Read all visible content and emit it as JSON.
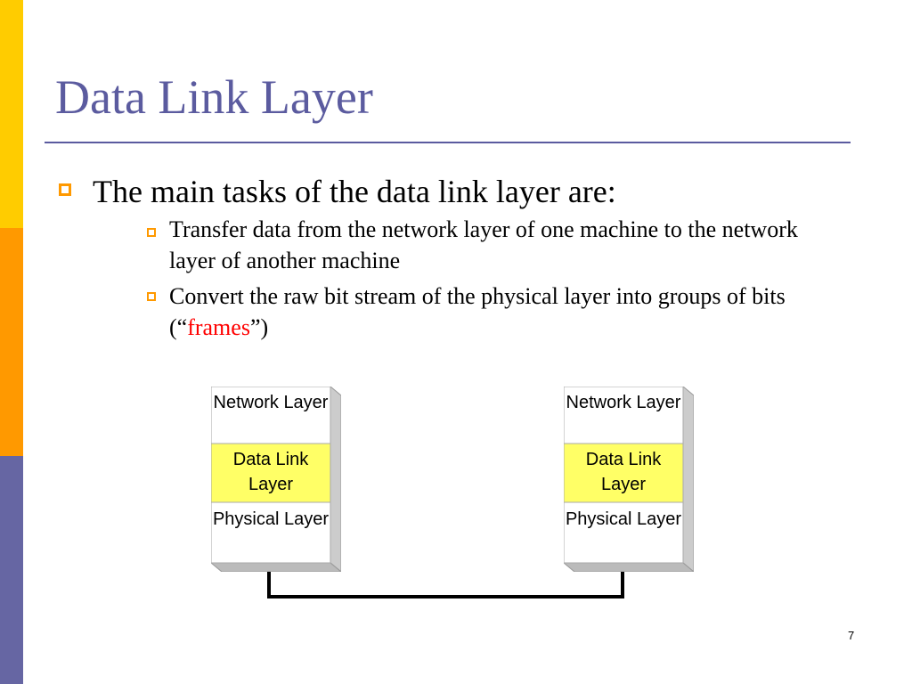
{
  "slide": {
    "title": "Data Link Layer",
    "bullet_main": "The main tasks of the data link layer are:",
    "sub_bullets": [
      {
        "text": "Transfer data from the network layer of one machine to the network layer of another machine"
      },
      {
        "text_before": "Convert the raw bit stream of the physical layer into groups of bits (“",
        "highlight": "frames",
        "text_after": "”)"
      }
    ],
    "page_number": "7"
  },
  "diagram": {
    "left_stack": {
      "network": "Network Layer",
      "datalink": "Data Link Layer",
      "physical": "Physical Layer"
    },
    "right_stack": {
      "network": "Network Layer",
      "datalink": "Data Link Layer",
      "physical": "Physical Layer"
    },
    "colors": {
      "datalink_fill": "#ffff66",
      "stack_shadow": "#cccccc",
      "connector": "#000000"
    }
  },
  "colors": {
    "title": "#5b5b9f",
    "bullet_square": "#ff9900",
    "highlight": "#ff0000",
    "stripe_yellow": "#ffcc00",
    "stripe_orange": "#ff9900",
    "stripe_blue": "#6666a3"
  }
}
